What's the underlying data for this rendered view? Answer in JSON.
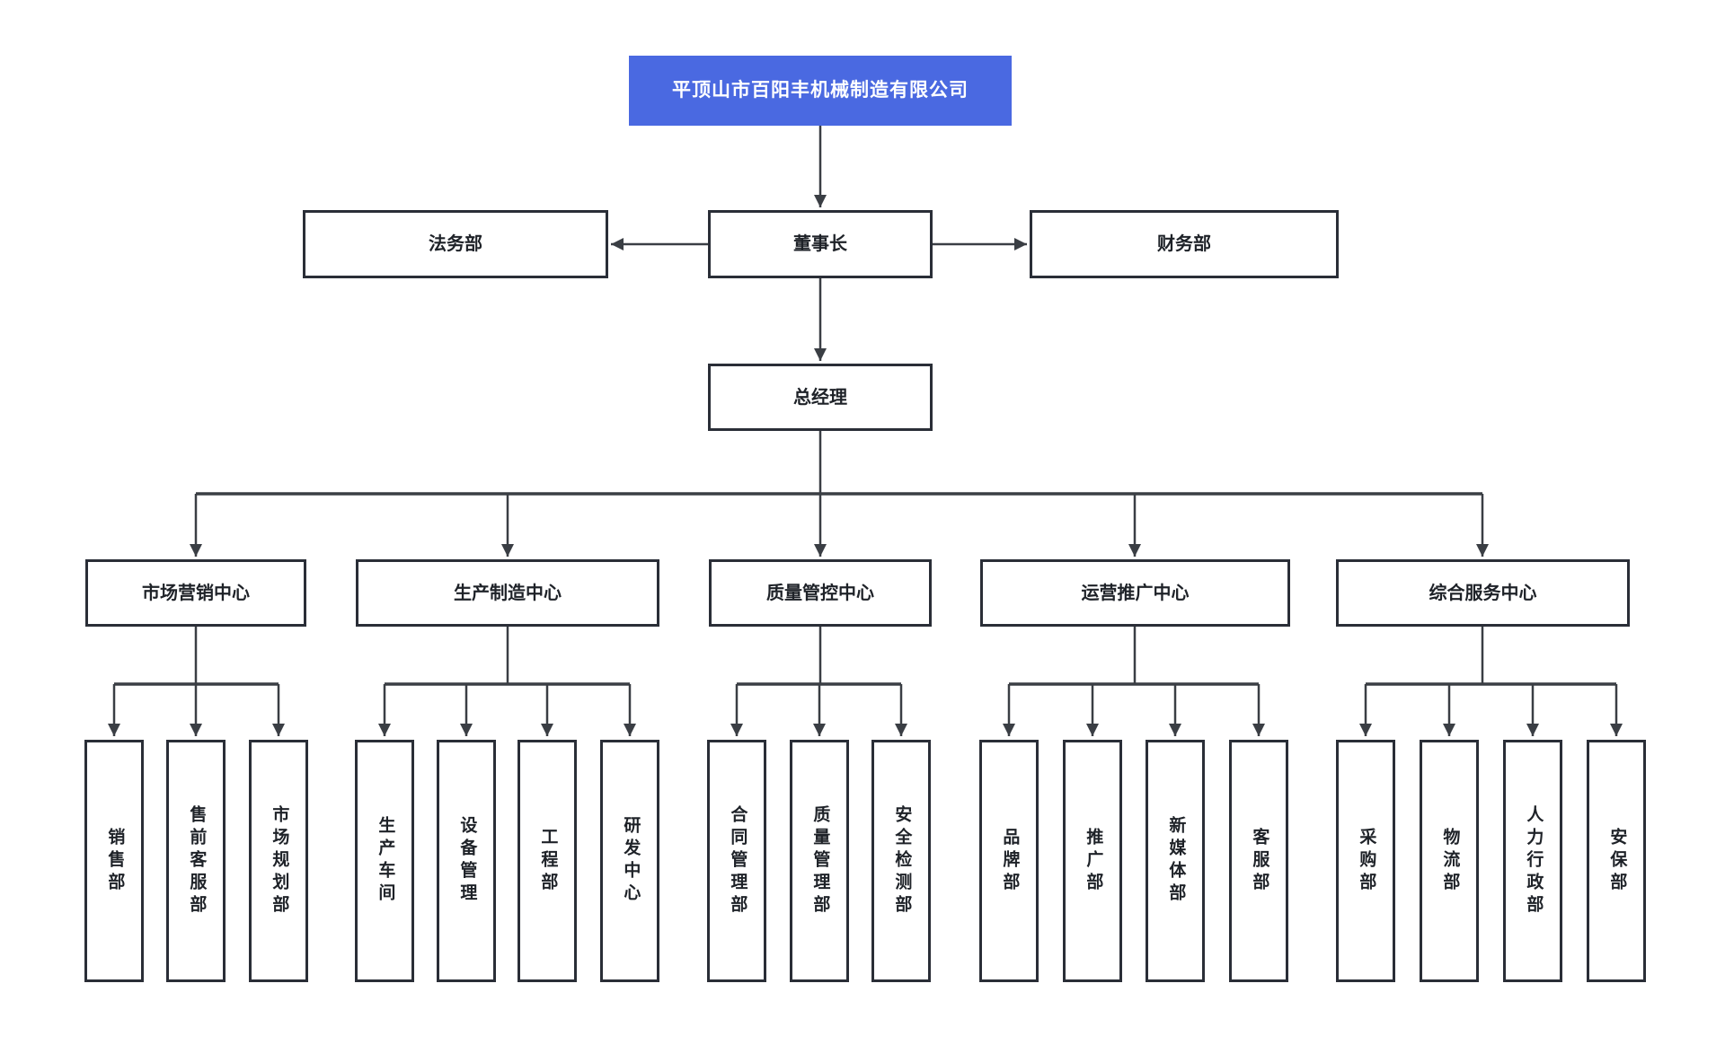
{
  "colors": {
    "accent": "#4A69E1",
    "node_border": "#2A2E37",
    "connector": "#3A3E44",
    "node_text": "#1E2228",
    "company_text": "#FFFFFF",
    "background": "#FFFFFF"
  },
  "org": {
    "company": {
      "label": "平顶山市百阳丰机械制造有限公司"
    },
    "board": {
      "chairman": {
        "label": "董事长"
      },
      "legal": {
        "label": "法务部"
      },
      "finance": {
        "label": "财务部"
      }
    },
    "general_manager": {
      "label": "总经理"
    },
    "centers": [
      {
        "label": "市场营销中心",
        "departments": [
          "销售部",
          "售前客服部",
          "市场规划部"
        ]
      },
      {
        "label": "生产制造中心",
        "departments": [
          "生产车间",
          "设备管理",
          "工程部",
          "研发中心"
        ]
      },
      {
        "label": "质量管控中心",
        "departments": [
          "合同管理部",
          "质量管理部",
          "安全检测部"
        ]
      },
      {
        "label": "运营推广中心",
        "departments": [
          "品牌部",
          "推广部",
          "新媒体部",
          "客服部"
        ]
      },
      {
        "label": "综合服务中心",
        "departments": [
          "采购部",
          "物流部",
          "人力行政部",
          "安保部"
        ]
      }
    ]
  }
}
